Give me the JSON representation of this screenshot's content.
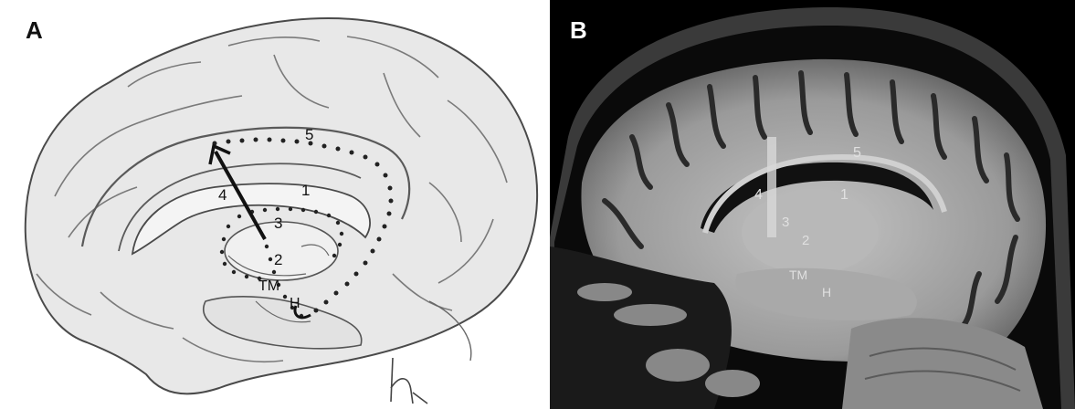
{
  "panels": {
    "a": {
      "letter": "A",
      "labels": {
        "one": "1",
        "two": "2",
        "three": "3",
        "four": "4",
        "five": "5",
        "tm": "TM",
        "h": "H"
      },
      "signature": "h"
    },
    "b": {
      "letter": "B",
      "labels": {
        "one": "1",
        "two": "2",
        "three": "3",
        "four": "4",
        "five": "5",
        "tm": "TM",
        "h": "H"
      }
    }
  },
  "colors": {
    "illustration_fill": "#e8e8e8",
    "illustration_stroke": "#4a4a4a",
    "path_dots": "#222222",
    "mri_background": "#000000",
    "mri_tissue": "#b4b4b4"
  }
}
